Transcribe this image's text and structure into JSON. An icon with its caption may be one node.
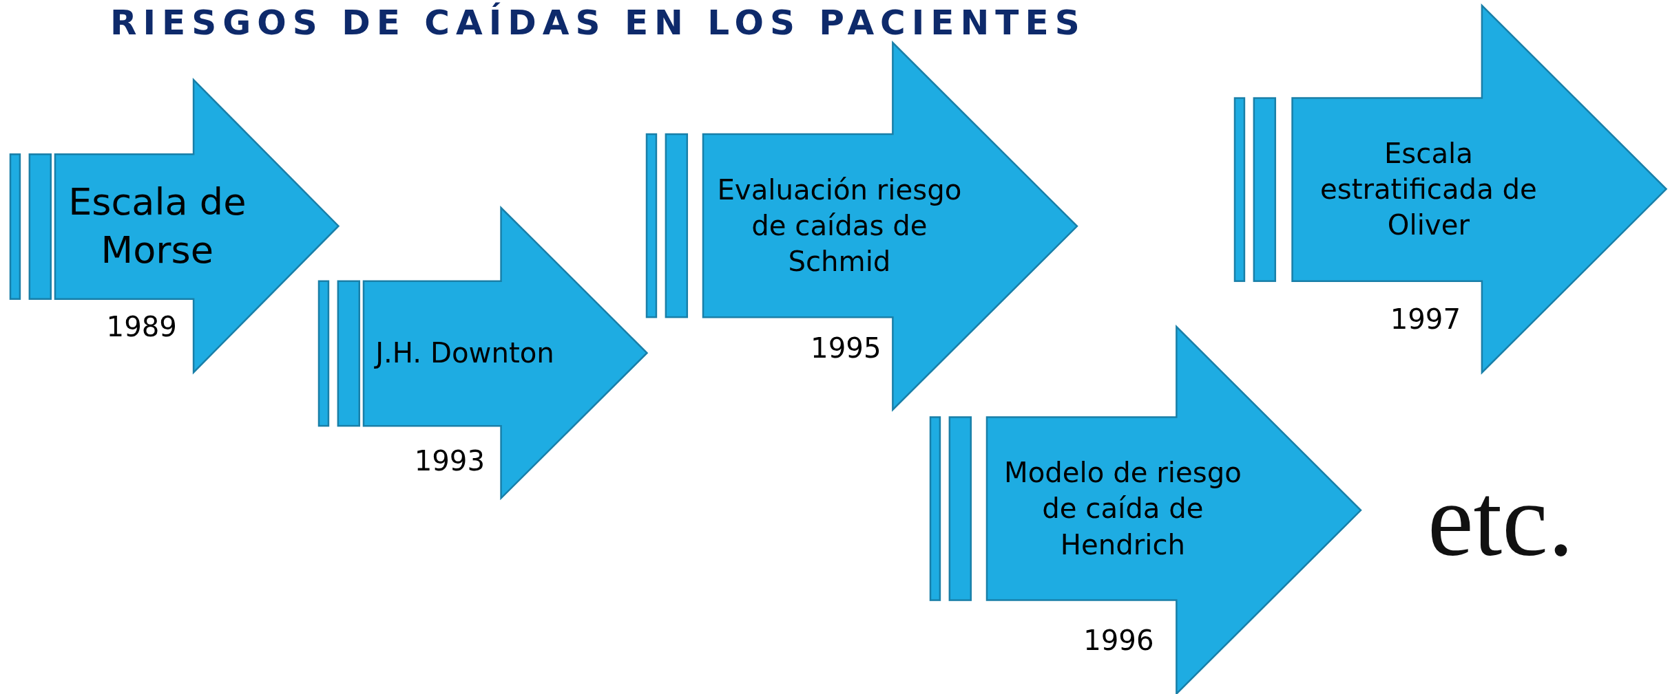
{
  "diagram": {
    "title": "RIESGOS DE CAÍDAS EN LOS PACIENTES",
    "nodes": [
      {
        "text": [
          "Escala de Morse"
        ],
        "beside": [
          "1989"
        ]
      },
      {
        "text": [
          "J.H. Downton"
        ],
        "beside": [
          "1993"
        ]
      },
      {
        "text": [
          "Evaluación riesgo de caídas de Schmid"
        ],
        "beside": [
          "1995"
        ]
      },
      {
        "text": [
          "Modelo de riesgo de caída de Hendrich"
        ],
        "beside": [
          "1996"
        ]
      },
      {
        "text": [
          "Escala estratificada de Oliver"
        ],
        "beside": [
          "1997"
        ]
      }
    ],
    "edges": [],
    "labels": [
      "etc."
    ]
  }
}
